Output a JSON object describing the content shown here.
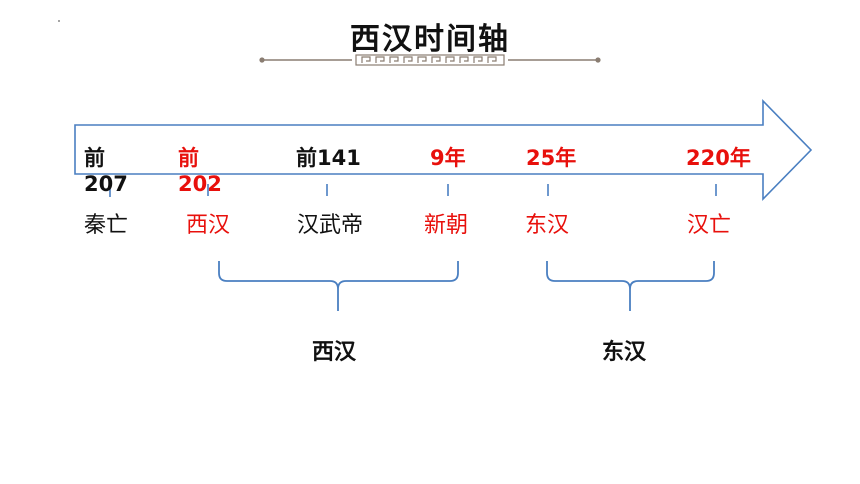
{
  "title": "西汉时间轴",
  "events": [
    {
      "date_line1": "前",
      "date_line2": "207",
      "name": "秦亡",
      "color": "#111111"
    },
    {
      "date_line1": "前",
      "date_line2": "202",
      "name": "西汉",
      "color": "#e8100c"
    },
    {
      "date_line1": "前141",
      "date_line2": "",
      "name": "汉武帝",
      "color": "#111111"
    },
    {
      "date_line1": "9年",
      "date_line2": "",
      "name": "新朝",
      "color": "#e8100c"
    },
    {
      "date_line1": "25年",
      "date_line2": "",
      "name": "东汉",
      "color": "#e8100c"
    },
    {
      "date_line1": "220年",
      "date_line2": "",
      "name": "汉亡",
      "color": "#e8100c"
    }
  ],
  "periods": [
    {
      "label": "西汉"
    },
    {
      "label": "东汉"
    }
  ],
  "colors": {
    "axis": "#4a7fc1",
    "highlight": "#e8100c",
    "ornament": "#8a7d72"
  },
  "icons": {
    "divider": "greek-key-ornament-icon"
  }
}
